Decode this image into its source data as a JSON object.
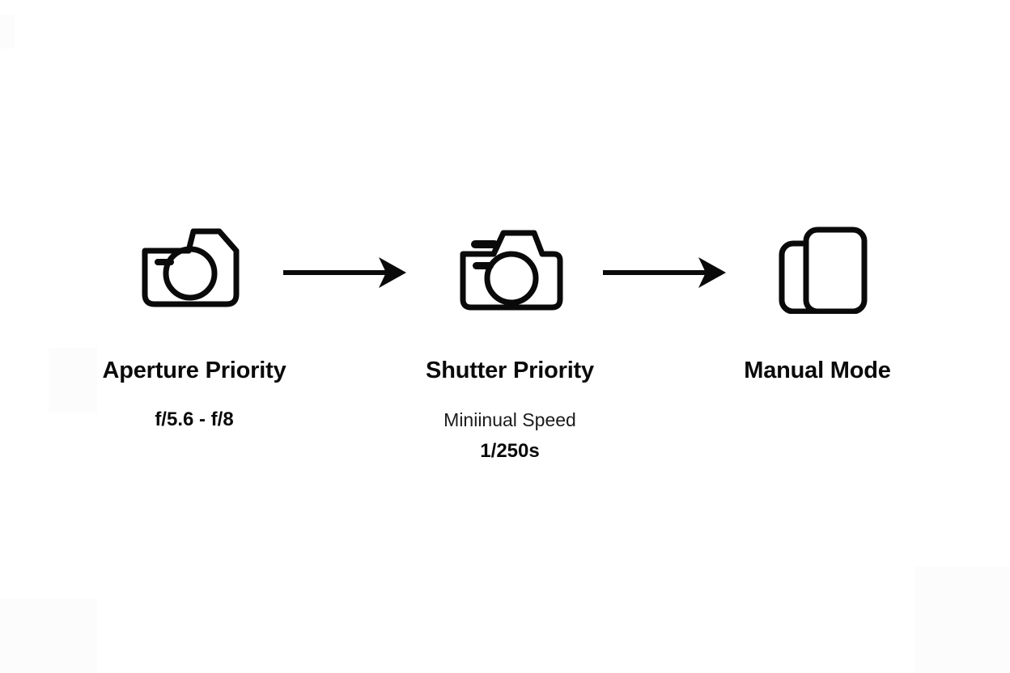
{
  "diagram": {
    "title_semantic": "camera-exposure-mode-flow",
    "background_color": "#ffffff",
    "stroke_color": "#0a0a0a",
    "orientation": "left-to-right",
    "nodes": [
      {
        "id": "aperture-priority",
        "icon": "camera-icon",
        "title": "Aperture Priority",
        "sub": "f/5.6 - f/8",
        "sub_strong": ""
      },
      {
        "id": "shutter-priority",
        "icon": "dslr-camera-icon",
        "title": "Shutter Priority",
        "sub": "Miniinual Speed",
        "sub_strong": "1/250s"
      },
      {
        "id": "manual-mode",
        "icon": "layers-icon",
        "title": "Manual Mode",
        "sub": "",
        "sub_strong": ""
      }
    ],
    "connectors": [
      {
        "id": "arrow-1",
        "from": "aperture-priority",
        "to": "shutter-priority",
        "style": "solid-filled-arrowhead"
      },
      {
        "id": "arrow-2",
        "from": "shutter-priority",
        "to": "manual-mode",
        "style": "solid-filled-arrowhead"
      }
    ]
  }
}
